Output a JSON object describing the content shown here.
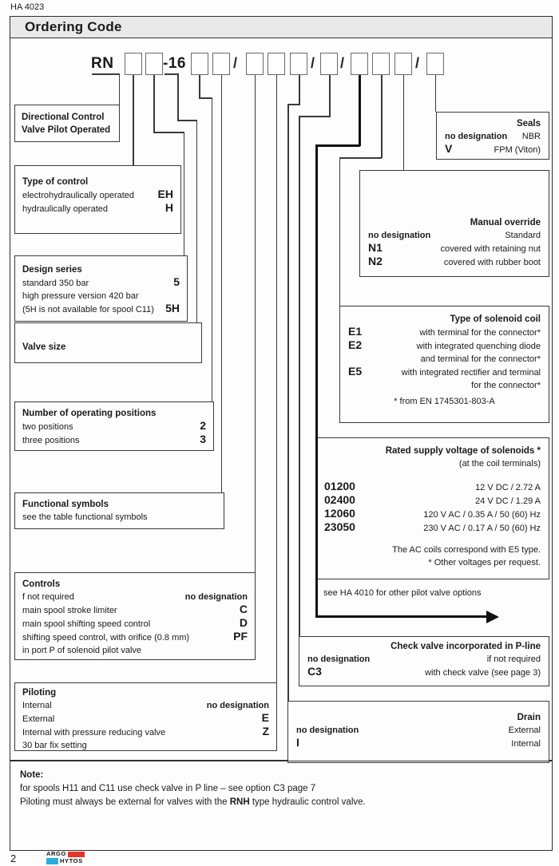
{
  "page": {
    "doc_code": "HA 4023",
    "header_title": "Ordering Code",
    "page_number": "2",
    "brand": {
      "top": "ARGO",
      "bottom": "HYTOS"
    }
  },
  "code_row": {
    "prefix": "RN",
    "size": "-16",
    "slash": "/"
  },
  "left": {
    "directional": {
      "line1": "Directional Control",
      "line2": "Valve Pilot Operated"
    },
    "control": {
      "title": "Type of control",
      "rows": [
        {
          "label": "electrohydraulically operated",
          "code": "EH"
        },
        {
          "label": "hydraulically operated",
          "code": "H"
        }
      ]
    },
    "design": {
      "title": "Design series",
      "rows": [
        {
          "label": "standard 350 bar",
          "code": "5"
        },
        {
          "label": "high pressure version 420 bar",
          "code": ""
        },
        {
          "label": "(5H is not available for spool C11)",
          "code": "5H"
        }
      ]
    },
    "size": {
      "title": "Valve size"
    },
    "positions": {
      "title": "Number of operating positions",
      "rows": [
        {
          "label": "two positions",
          "code": "2"
        },
        {
          "label": "three positions",
          "code": "3"
        }
      ]
    },
    "symbols": {
      "title": "Functional symbols",
      "rows": [
        {
          "label": "see the table functional symbols",
          "code": ""
        }
      ]
    },
    "controls": {
      "title": "Controls",
      "rows": [
        {
          "label": "f not required",
          "code": "no designation"
        },
        {
          "label": "main spool stroke limiter",
          "code": "C"
        },
        {
          "label": "main spool shifting speed control",
          "code": "D"
        },
        {
          "label": "shifting speed control, with orifice (0.8 mm)",
          "code": "PF"
        },
        {
          "label": "in port P of solenoid pilot valve",
          "code": ""
        }
      ]
    },
    "piloting": {
      "title": "Piloting",
      "rows": [
        {
          "label": "Internal",
          "code": "no designation"
        },
        {
          "label": "External",
          "code": "E"
        },
        {
          "label": "Internal with pressure reducing valve",
          "code": "Z"
        },
        {
          "label": "30 bar fix setting",
          "code": ""
        }
      ]
    }
  },
  "right": {
    "seals": {
      "title": "Seals",
      "rows": [
        {
          "code": "no designation",
          "desc": "NBR"
        },
        {
          "code": "V",
          "desc": "FPM (Viton)"
        }
      ]
    },
    "override": {
      "title": "Manual override",
      "rows": [
        {
          "code": "no designation",
          "desc": "Standard"
        },
        {
          "code": "N1",
          "desc": "covered with retaining nut"
        },
        {
          "code": "N2",
          "desc": "covered with rubber boot"
        }
      ]
    },
    "coil": {
      "title": "Type of solenoid coil",
      "rows": [
        {
          "code": "E1",
          "desc": "with terminal for the connector*"
        },
        {
          "code": "E2",
          "desc": "with integrated quenching diode"
        },
        {
          "code": "",
          "desc": "and terminal for the connector*"
        },
        {
          "code": "E5",
          "desc": "with integrated rectifier and terminal"
        },
        {
          "code": "",
          "desc": "for the connector*"
        }
      ],
      "footnote": "* from EN 1745301-803-A"
    },
    "voltage": {
      "title": "Rated supply voltage of solenoids *",
      "subtitle": "(at the coil terminals)",
      "rows": [
        {
          "code": "01200",
          "desc": "12 V DC / 2.72 A"
        },
        {
          "code": "02400",
          "desc": "24 V DC / 1.29 A"
        },
        {
          "code": "12060",
          "desc": "120 V AC / 0.35 A / 50 (60) Hz"
        },
        {
          "code": "23050",
          "desc": "230 V AC / 0.17 A / 50 (60) Hz"
        }
      ],
      "note1": "The AC coils correspond with E5 type.",
      "note2": "*  Other voltages per request."
    },
    "pilot_options": {
      "text": "see HA 4010 for other pilot valve options"
    },
    "check_valve": {
      "title": "Check valve incorporated in P-line",
      "rows": [
        {
          "code": "no designation",
          "desc": "if not required"
        },
        {
          "code": "C3",
          "desc": "with check valve (see page 3)"
        }
      ]
    },
    "drain": {
      "title": "Drain",
      "rows": [
        {
          "code": "no designation",
          "desc": "External"
        },
        {
          "code": "I",
          "desc": "Internal"
        }
      ]
    }
  },
  "note": {
    "title": "Note:",
    "line1": "for spools H11 and C11 use check valve in P line – see option C3 page 7",
    "line2_pre": "Piloting must always be external for valves with the ",
    "line2_bold": "RNH",
    "line2_post": " type hydraulic control valve."
  }
}
